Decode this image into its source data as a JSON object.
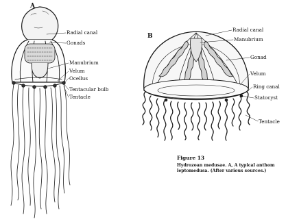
{
  "panels": {
    "a": "A",
    "b": "B"
  },
  "labels_a": {
    "radial_canal": "Radial canal",
    "gonads": "Gonads",
    "manubrium": "Manubrium",
    "velum": "Velum",
    "ocellus": "Ocellus",
    "tentacular_bulb": "Tentacular bulb",
    "tentacle": "Tentacle"
  },
  "labels_b": {
    "radial_canal": "Radial canal",
    "manubrium": "Manubrium",
    "gonad": "Gonad",
    "velum": "Velum",
    "ring_canal": "Ring canal",
    "statocyst": "Statocyst",
    "tentacle": "Tentacle"
  },
  "caption": {
    "title": "Figure 13",
    "text": "Hydrozoan medusae. A, A typical anthom leptomedusa. (After various sources.)"
  }
}
